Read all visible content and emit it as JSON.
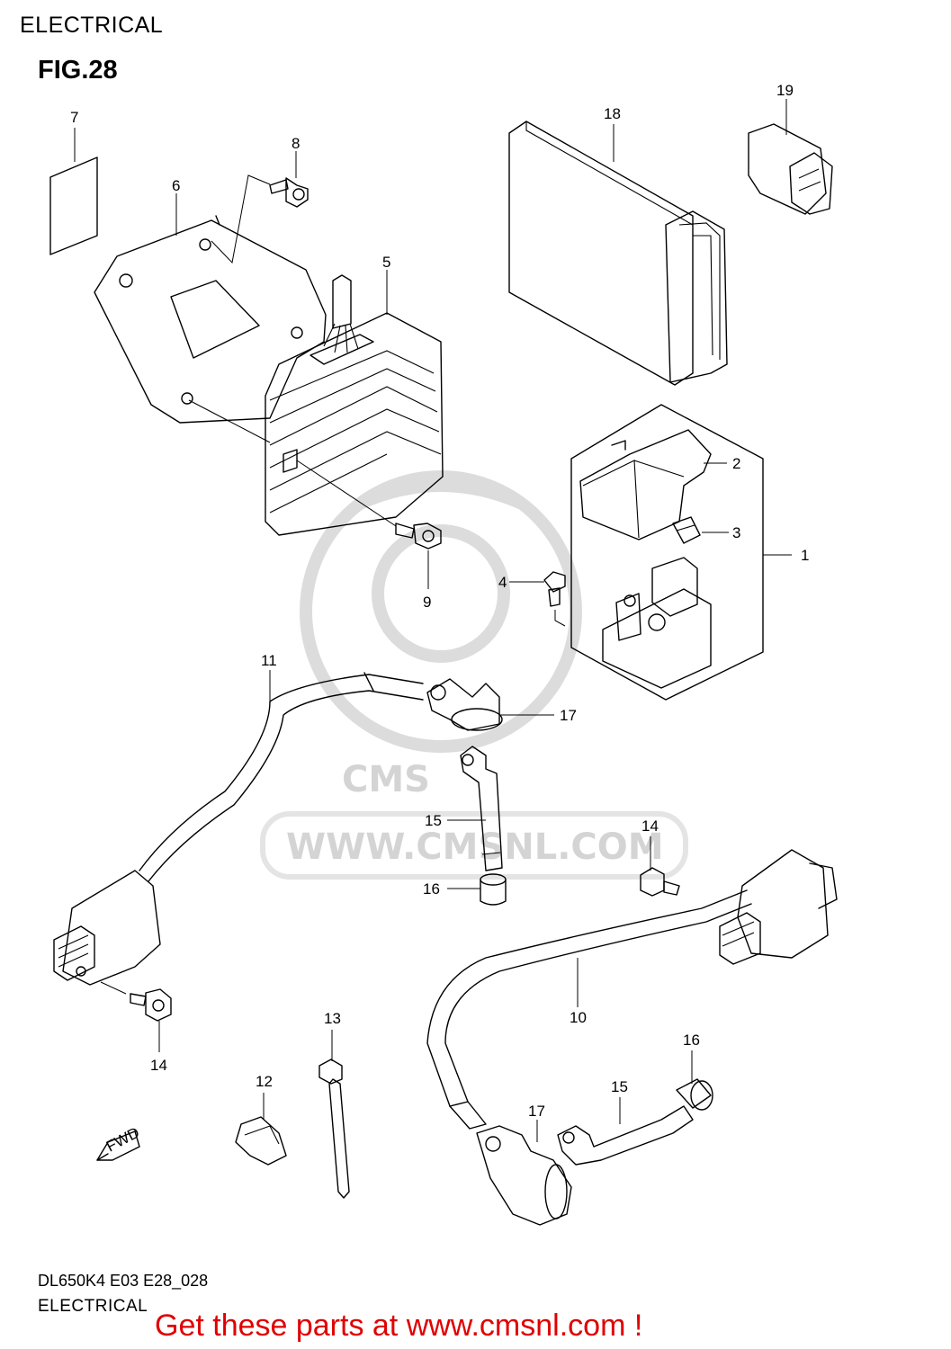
{
  "header": {
    "title": "ELECTRICAL",
    "figure": "FIG.28"
  },
  "footer": {
    "code": "DL650K4 E03 E28_028",
    "label": "ELECTRICAL",
    "cta": "Get these parts at www.cmsnl.com !"
  },
  "watermark": {
    "text": "WWW.CMSNL.COM",
    "logo": "CMS",
    "color": "#d4d4d4"
  },
  "fwd_arrow": {
    "label": "FWD"
  },
  "callouts": [
    "1",
    "2",
    "3",
    "4",
    "5",
    "6",
    "7",
    "8",
    "9",
    "10",
    "11",
    "12",
    "13",
    "14",
    "14",
    "15",
    "15",
    "16",
    "16",
    "17",
    "17",
    "18",
    "19"
  ],
  "colors": {
    "cta": "#e00000",
    "line": "#000000"
  }
}
